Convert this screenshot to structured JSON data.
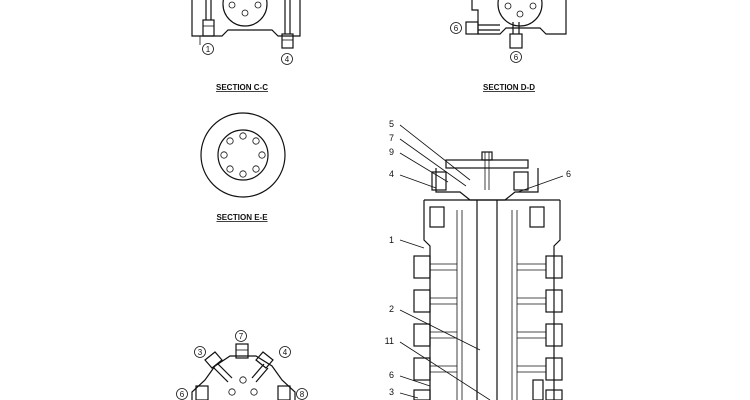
{
  "sections": {
    "cc": "SECTION  C-C",
    "dd": "SECTION  D-D",
    "ee": "SECTION  E-E"
  },
  "circled": {
    "cc_left": "1",
    "cc_right": "4",
    "dd_left": "6",
    "dd_bottom": "6",
    "bot_top": "7",
    "bot_upper_left": "3",
    "bot_upper_right": "4",
    "bot_lower_left": "6",
    "bot_lower_right": "8"
  },
  "callouts": [
    "5",
    "7",
    "9",
    "4",
    "6",
    "1",
    "2",
    "11",
    "6",
    "3"
  ]
}
